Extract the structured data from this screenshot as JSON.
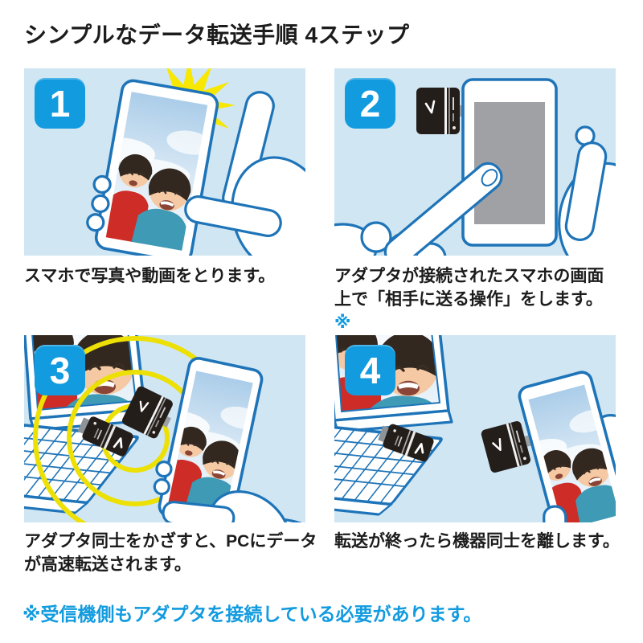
{
  "page": {
    "title": "シンプルなデータ転送手順 4ステップ",
    "footnote": "※受信機側もアダプタを接続している必要があります。"
  },
  "steps": [
    {
      "number": "1",
      "caption": "スマホで写真や動画をとります。",
      "illustration": "hand-holding-smartphone-taking-photo"
    },
    {
      "number": "2",
      "caption": "アダプタが接続されたスマホの画面上で「相手に送る操作」をします。",
      "caption_marker": "※",
      "illustration": "finger-tapping-smartphone-with-adapter"
    },
    {
      "number": "3",
      "caption": "アダプタ同士をかざすと、PCにデータが高速転送されます。",
      "illustration": "smartphone-adapter-held-near-laptop-adapter-wireless-transfer"
    },
    {
      "number": "4",
      "caption": "転送が終ったら機器同士を離します。",
      "illustration": "smartphone-moved-away-from-laptop"
    }
  ],
  "colors": {
    "accent_blue": "#129BDF",
    "outline_blue": "#1E74B8",
    "panel_bg": "#D0E6F3",
    "burst_yellow": "#F8E700",
    "wave_yellow": "#EDE004",
    "screen_gray": "#9FA1A4",
    "adapter_black": "#241E1B",
    "text_black": "#1C1C1C",
    "skin": "#F5C9A4",
    "hair": "#32281F",
    "shirt_red": "#CE2C26",
    "shirt_teal": "#3E9AB5",
    "sky_blue": "#ABCDE9"
  }
}
